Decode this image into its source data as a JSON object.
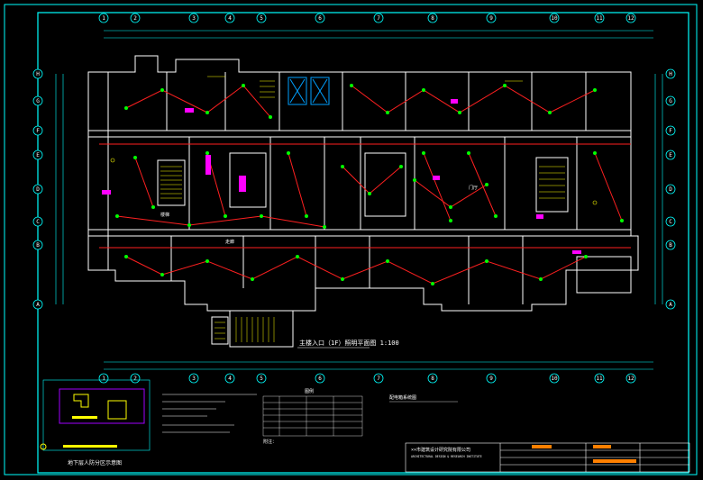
{
  "drawing": {
    "plan_title": "主楼入口（1F）照明平面图 1:100",
    "keyplan_title": "地下层人防分区示意图",
    "legend_heading": "图例",
    "notes_heading": "附注：",
    "schedule_heading": "配电箱系统图",
    "titleblock_company_cn": "××市建筑设计研究院有限公司",
    "titleblock_company_en": "ARCHITECTURAL DESIGN & RESEARCH INSTITUTE",
    "room_labels": {
      "lobby": "门厅",
      "stair": "楼梯",
      "corridor": "走廊"
    },
    "grid_top": [
      "1",
      "2",
      "3",
      "4",
      "5",
      "6",
      "7",
      "8",
      "9",
      "10",
      "11",
      "12"
    ],
    "grid_left": [
      "H",
      "G",
      "F",
      "E",
      "D",
      "C",
      "B",
      "A"
    ],
    "grid_right": [
      "H",
      "G",
      "F",
      "E",
      "D",
      "C",
      "B",
      "A"
    ]
  },
  "colors": {
    "border": "#00ffff",
    "wall": "#ffffff",
    "wiring": "#ff2020",
    "fixture": "#00ff00",
    "accent_magenta": "#ff00ff",
    "accent_yellow": "#ffff00",
    "accent_orange": "#ff8000",
    "keyplan_outline": "#a000ff"
  }
}
